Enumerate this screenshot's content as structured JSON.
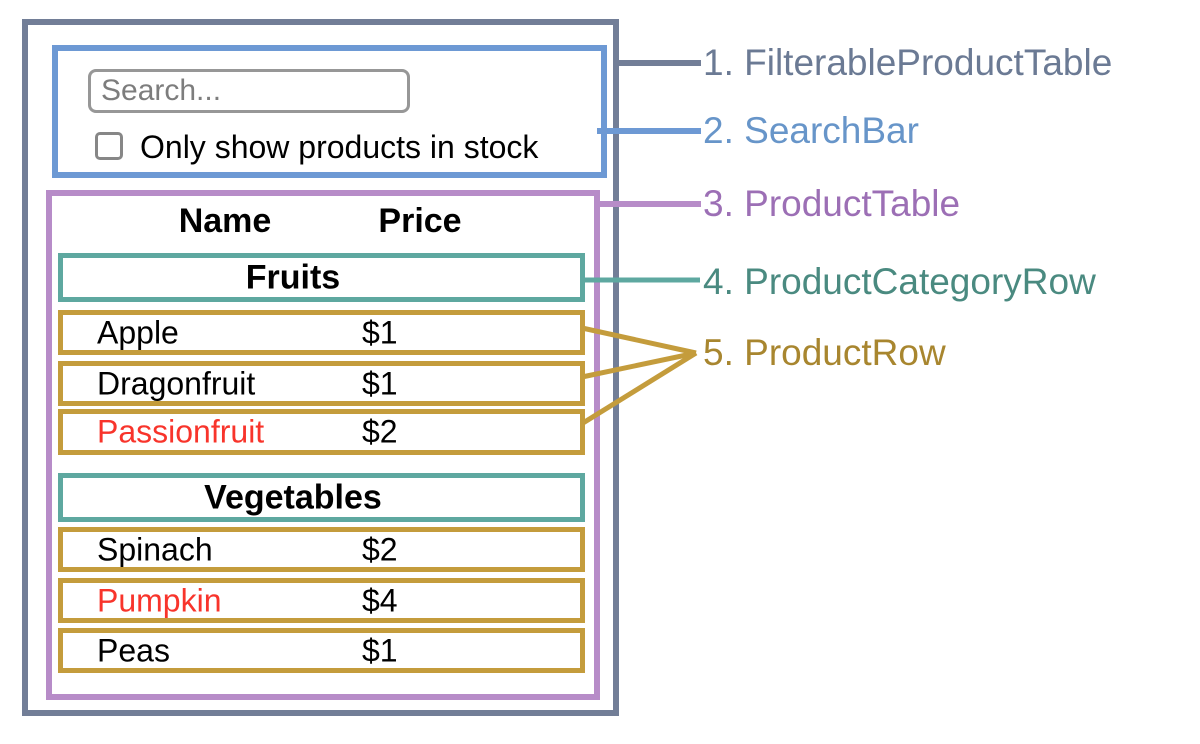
{
  "diagram": {
    "annotations": [
      {
        "label": "1. FilterableProductTable",
        "color": "#6B7A94"
      },
      {
        "label": "2. SearchBar",
        "color": "#6795C9"
      },
      {
        "label": "3. ProductTable",
        "color": "#9C6FB5"
      },
      {
        "label": "4. ProductCategoryRow",
        "color": "#4A8A80"
      },
      {
        "label": "5. ProductRow",
        "color": "#A8862F"
      }
    ]
  },
  "search_bar": {
    "input_placeholder": "Search...",
    "input_value": "",
    "checkbox_label": "Only show products in stock",
    "checkbox_checked": false
  },
  "product_table": {
    "headers": {
      "name": "Name",
      "price": "Price"
    },
    "sections": [
      {
        "category": "Fruits",
        "rows": [
          {
            "name": "Apple",
            "price": "$1",
            "out_of_stock": false
          },
          {
            "name": "Dragonfruit",
            "price": "$1",
            "out_of_stock": false
          },
          {
            "name": "Passionfruit",
            "price": "$2",
            "out_of_stock": true
          }
        ]
      },
      {
        "category": "Vegetables",
        "rows": [
          {
            "name": "Spinach",
            "price": "$2",
            "out_of_stock": false
          },
          {
            "name": "Pumpkin",
            "price": "$4",
            "out_of_stock": true
          },
          {
            "name": "Peas",
            "price": "$1",
            "out_of_stock": false
          }
        ]
      }
    ]
  },
  "colors": {
    "filterable_product_table_border": "#727E97",
    "search_bar_border": "#6D99D4",
    "product_table_border": "#B78CC8",
    "product_category_row_border": "#5EA8A0",
    "product_row_border": "#C49C3C",
    "out_of_stock_text": "#F8342B"
  }
}
